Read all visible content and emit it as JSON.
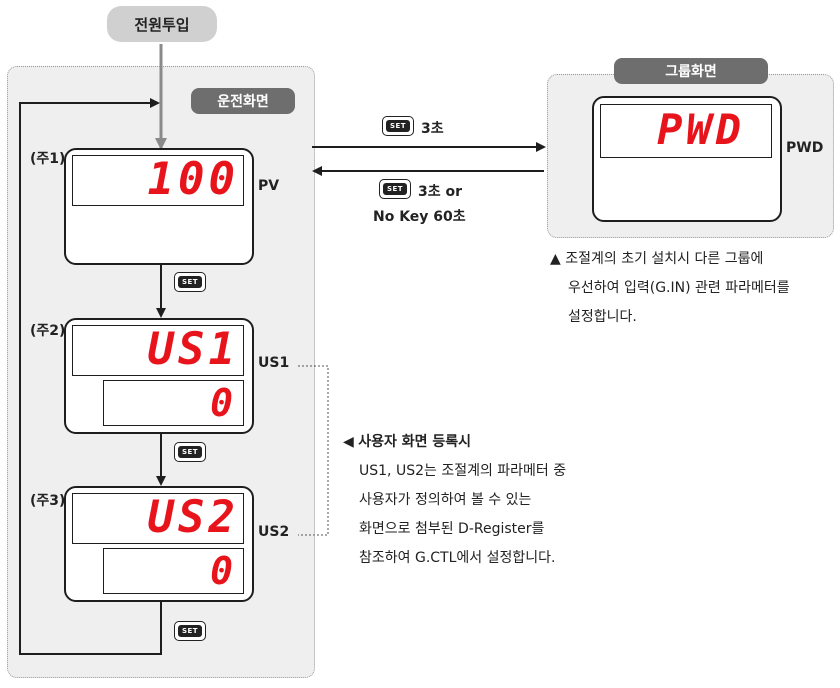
{
  "power_on": "전원투입",
  "operation_panel": {
    "title": "운전화면"
  },
  "group_panel": {
    "title": "그룹화면"
  },
  "displays": {
    "pv": {
      "note": "(주1)",
      "value": "100",
      "label": "PV"
    },
    "us1": {
      "note": "(주2)",
      "value": "US1",
      "sub_value": "0",
      "label": "US1"
    },
    "us2": {
      "note": "(주3)",
      "value": "US2",
      "sub_value": "0",
      "label": "US2"
    },
    "pwd": {
      "value": "PWD",
      "label": "PWD"
    }
  },
  "set_key": "SET",
  "transitions": {
    "to_group": "3초",
    "back_line1": "3초 or",
    "back_line2": "No Key 60초"
  },
  "notes": {
    "group": {
      "marker": "▲",
      "line1": "조절계의 초기 설치시 다른 그룹에",
      "line2": "우선하여 입력(G.IN) 관련 파라메터를",
      "line3": "설정합니다."
    },
    "user": {
      "marker": "◀",
      "title": "사용자 화면 등록시",
      "line1": "US1, US2는 조절계의 파라메터 중",
      "line2": "사용자가 정의하여 볼 수 있는",
      "line3": "화면으로 첨부된 D-Register를",
      "line4": "참조하여 G.CTL에서 설정합니다."
    }
  }
}
